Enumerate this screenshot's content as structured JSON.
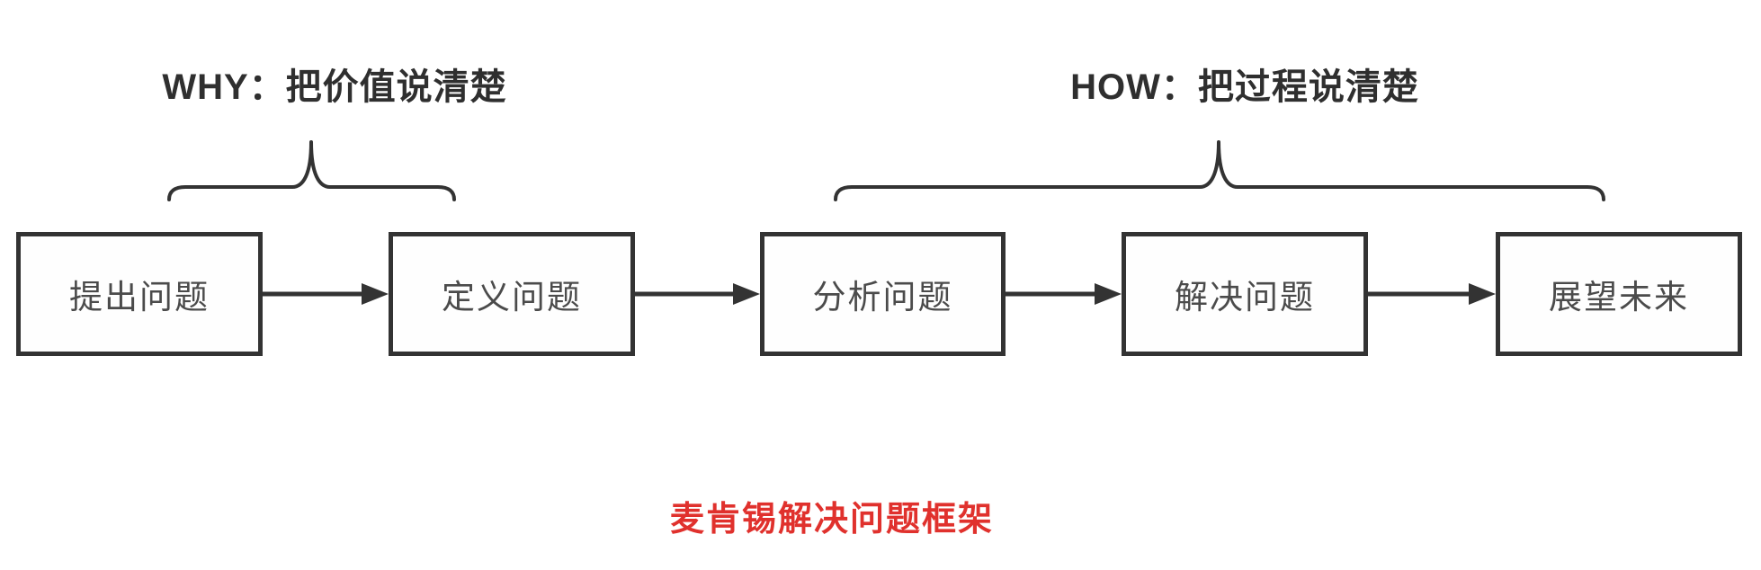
{
  "diagram": {
    "title_caption": "麦肯锡解决问题框架",
    "caption": "麦肯锡解决问题框架",
    "groups": [
      {
        "label": "WHY：把价值说清楚",
        "covers": [
          "提出问题",
          "定义问题"
        ]
      },
      {
        "label": "HOW：把过程说清楚",
        "covers": [
          "分析问题",
          "解决问题",
          "展望未来"
        ]
      }
    ],
    "steps": [
      "提出问题",
      "定义问题",
      "分析问题",
      "解决问题",
      "展望未来"
    ],
    "flow": "提出问题 → 定义问题 → 分析问题 → 解决问题 → 展望未来",
    "colors": {
      "caption_red": "#e0312d",
      "line_dark": "#333333",
      "box_text": "#4b4b4b"
    }
  }
}
